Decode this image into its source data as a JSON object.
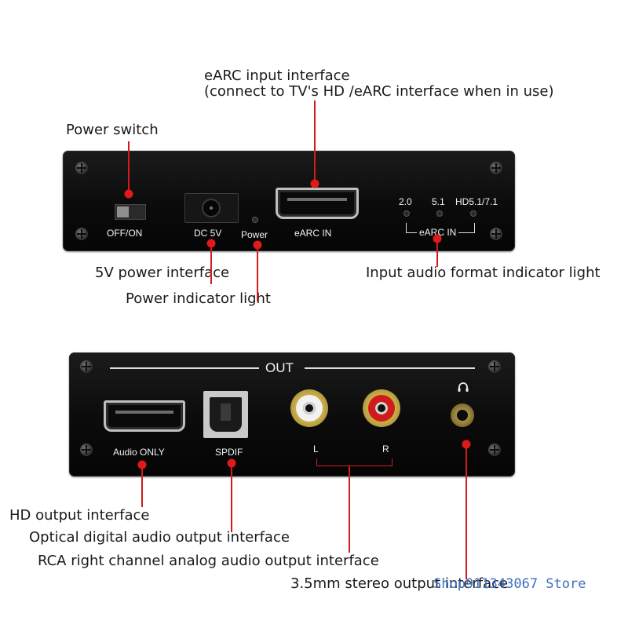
{
  "callouts": {
    "earc_input": "eARC input interface",
    "earc_input_note": "(connect to TV's HD /eARC interface when in use)",
    "power_switch": "Power switch",
    "power_interface": "5V power interface",
    "power_indicator": "Power indicator light",
    "format_indicator": "Input audio format indicator light",
    "hd_output": "HD output interface",
    "optical_output": "Optical digital audio output interface",
    "rca_output": "RCA right channel analog audio output interface",
    "stereo_output": "3.5mm stereo output interface"
  },
  "top_panel": {
    "switch_label": "OFF/ON",
    "dc_label": "DC  5V",
    "power_label": "Power",
    "earc_label": "eARC IN",
    "led_20": "2.0",
    "led_51": "5.1",
    "led_hd": "HD5.1/7.1",
    "earc_group_label": "eARC IN"
  },
  "bottom_panel": {
    "out_title": "OUT",
    "hdmi_label": "Audio ONLY",
    "spdif_label": "SPDIF",
    "rca_left_label": "L",
    "rca_right_label": "R"
  },
  "watermark": "Shop911343067 Store",
  "colors": {
    "pointer": "#e01919",
    "panel": "#0d0d0d",
    "rca_left_ring": "#f2f2f2",
    "rca_right_ring": "#d11a1a",
    "watermark": "#3c6fc2"
  }
}
